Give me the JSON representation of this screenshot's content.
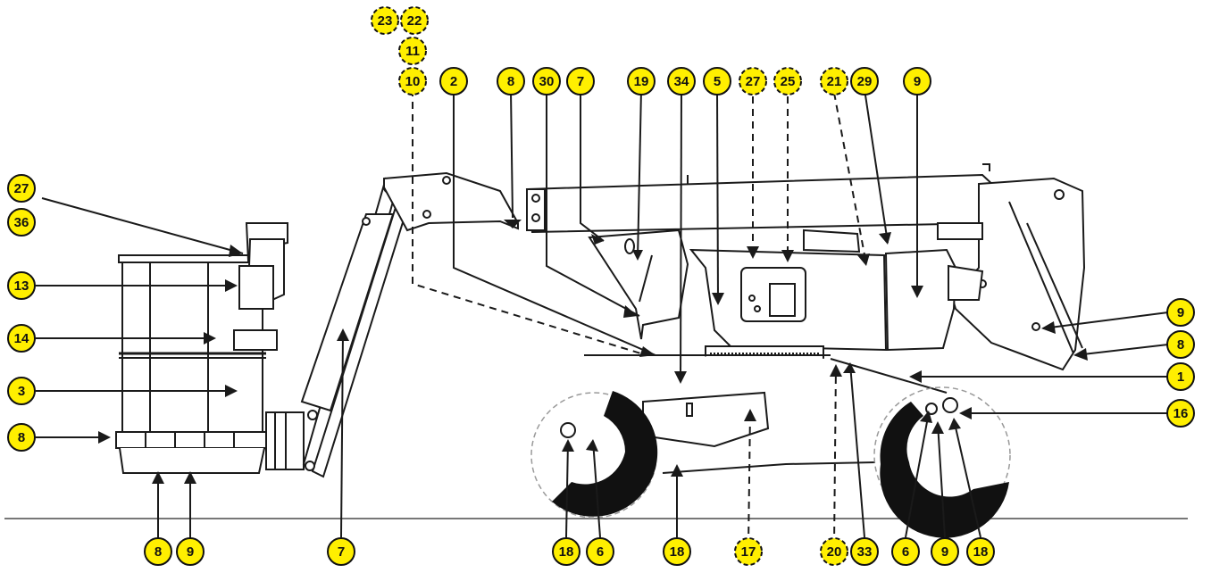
{
  "colors": {
    "callout_fill": "#ffef00",
    "callout_stroke": "#111111",
    "line_art": "#1a1a1a",
    "tire": "#111111",
    "ground": "#777777",
    "hidden_outline": "#9a9a9a"
  },
  "callouts": [
    {
      "id": "c23",
      "label": "23",
      "hidden": true
    },
    {
      "id": "c22",
      "label": "22",
      "hidden": true
    },
    {
      "id": "c11",
      "label": "11",
      "hidden": true
    },
    {
      "id": "c10",
      "label": "10",
      "hidden": true
    },
    {
      "id": "c2",
      "label": "2",
      "hidden": false
    },
    {
      "id": "c8a",
      "label": "8",
      "hidden": false
    },
    {
      "id": "c30",
      "label": "30",
      "hidden": false
    },
    {
      "id": "c7a",
      "label": "7",
      "hidden": false
    },
    {
      "id": "c19",
      "label": "19",
      "hidden": false
    },
    {
      "id": "c34",
      "label": "34",
      "hidden": false
    },
    {
      "id": "c5",
      "label": "5",
      "hidden": false
    },
    {
      "id": "c27a",
      "label": "27",
      "hidden": true
    },
    {
      "id": "c25",
      "label": "25",
      "hidden": true
    },
    {
      "id": "c21",
      "label": "21",
      "hidden": true
    },
    {
      "id": "c29",
      "label": "29",
      "hidden": false
    },
    {
      "id": "c9a",
      "label": "9",
      "hidden": false
    },
    {
      "id": "c27b",
      "label": "27",
      "hidden": false
    },
    {
      "id": "c36",
      "label": "36",
      "hidden": false
    },
    {
      "id": "c13",
      "label": "13",
      "hidden": false
    },
    {
      "id": "c14",
      "label": "14",
      "hidden": false
    },
    {
      "id": "c3",
      "label": "3",
      "hidden": false
    },
    {
      "id": "c8b",
      "label": "8",
      "hidden": false
    },
    {
      "id": "c9b",
      "label": "9",
      "hidden": false
    },
    {
      "id": "c8c",
      "label": "8",
      "hidden": false
    },
    {
      "id": "c1",
      "label": "1",
      "hidden": false
    },
    {
      "id": "c16",
      "label": "16",
      "hidden": false
    },
    {
      "id": "c8d",
      "label": "8",
      "hidden": false
    },
    {
      "id": "c9c",
      "label": "9",
      "hidden": false
    },
    {
      "id": "c7b",
      "label": "7",
      "hidden": false
    },
    {
      "id": "c18a",
      "label": "18",
      "hidden": false
    },
    {
      "id": "c6a",
      "label": "6",
      "hidden": false
    },
    {
      "id": "c18b",
      "label": "18",
      "hidden": false
    },
    {
      "id": "c17",
      "label": "17",
      "hidden": true
    },
    {
      "id": "c20",
      "label": "20",
      "hidden": true
    },
    {
      "id": "c33",
      "label": "33",
      "hidden": false
    },
    {
      "id": "c6b",
      "label": "6",
      "hidden": false
    },
    {
      "id": "c9d",
      "label": "9",
      "hidden": false
    },
    {
      "id": "c18c",
      "label": "18",
      "hidden": false
    }
  ]
}
